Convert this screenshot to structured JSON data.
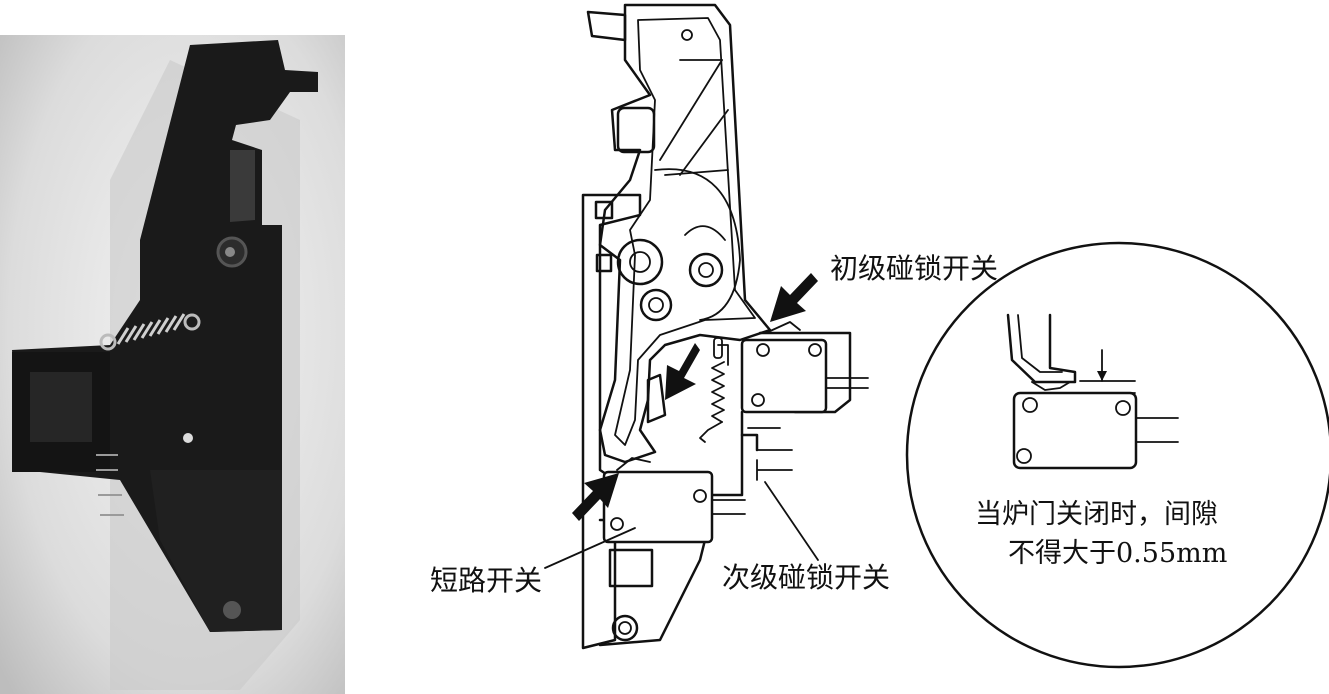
{
  "labels": {
    "primary_switch": "初级碰锁开关",
    "secondary_switch": "次级碰锁开关",
    "short_switch": "短路开关"
  },
  "detail": {
    "note_line1": "当炉门关闭时，间隙",
    "note_line2": "不得大于0.55mm"
  },
  "colors": {
    "ink": "#111111",
    "photo_bg": "#e6e6e6",
    "part_dark": "#1a1a1a"
  }
}
